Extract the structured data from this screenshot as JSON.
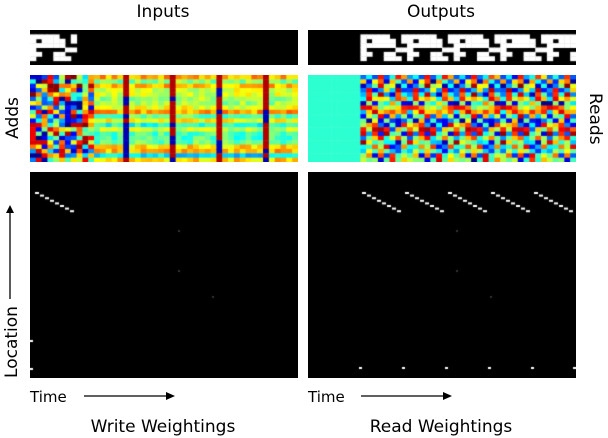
{
  "titles": {
    "inputs": "Inputs",
    "outputs": "Outputs"
  },
  "side_labels": {
    "adds": "Adds",
    "reads": "Reads",
    "location": "Location"
  },
  "axis_labels": {
    "time_left": "Time",
    "time_right": "Time"
  },
  "captions": {
    "write": "Write Weightings",
    "read": "Read Weightings"
  },
  "colormap": "jet",
  "colors": {
    "background": "#000000",
    "foreground": "#ffffff"
  }
}
